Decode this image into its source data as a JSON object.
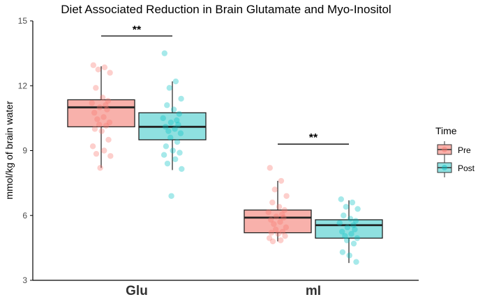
{
  "chart_data": {
    "type": "box",
    "title": "Diet Associated Reduction in Brain Glutamate and Myo-Inositol",
    "xlabel": "",
    "ylabel": "mmol/kg of brain water",
    "ylim": [
      3,
      15
    ],
    "yticks": [
      "3",
      "6",
      "9",
      "12",
      "15"
    ],
    "categories": [
      "Glu",
      "mI"
    ],
    "legend": {
      "title": "Time",
      "position": "right",
      "entries": [
        {
          "name": "Pre",
          "fill": "#f8b1ab",
          "point": "#f8766d"
        },
        {
          "name": "Post",
          "fill": "#8fe0e0",
          "point": "#00bfc4"
        }
      ]
    },
    "significance": [
      {
        "category": "Glu",
        "label": "**",
        "y": 14.3
      },
      {
        "category": "mI",
        "label": "**",
        "y": 9.3
      }
    ],
    "series": [
      {
        "name": "Pre",
        "boxes": [
          {
            "category": "Glu",
            "min": 8.2,
            "q1": 10.1,
            "median": 11.0,
            "q3": 11.35,
            "max": 12.9,
            "points": [
              12.95,
              12.85,
              12.75,
              12.6,
              11.9,
              11.45,
              11.3,
              11.2,
              11.1,
              11.0,
              10.9,
              10.75,
              10.55,
              10.45,
              10.3,
              10.2,
              10.15,
              10.0,
              9.9,
              9.5,
              9.2,
              9.0,
              8.85,
              8.75,
              8.2
            ]
          },
          {
            "category": "mI",
            "min": 4.8,
            "q1": 5.2,
            "median": 5.9,
            "q3": 6.25,
            "max": 7.6,
            "points": [
              8.2,
              7.6,
              7.2,
              6.9,
              6.6,
              6.4,
              6.25,
              6.15,
              6.05,
              5.95,
              5.9,
              5.8,
              5.7,
              5.6,
              5.45,
              5.35,
              5.25,
              5.2,
              5.15,
              5.05,
              4.95,
              4.85,
              4.8
            ]
          }
        ]
      },
      {
        "name": "Post",
        "boxes": [
          {
            "category": "Glu",
            "min": 8.1,
            "q1": 9.5,
            "median": 10.1,
            "q3": 10.75,
            "max": 12.2,
            "points": [
              13.5,
              12.2,
              11.9,
              11.4,
              11.1,
              10.9,
              10.7,
              10.5,
              10.4,
              10.3,
              10.2,
              10.1,
              10.0,
              9.9,
              9.8,
              9.6,
              9.4,
              9.2,
              9.0,
              8.9,
              8.8,
              8.6,
              8.4,
              8.15,
              6.9
            ]
          },
          {
            "category": "mI",
            "min": 3.8,
            "q1": 4.95,
            "median": 5.55,
            "q3": 5.8,
            "max": 6.7,
            "points": [
              6.75,
              6.6,
              6.4,
              6.3,
              6.0,
              5.85,
              5.75,
              5.65,
              5.55,
              5.45,
              5.35,
              5.25,
              5.15,
              5.05,
              4.95,
              4.85,
              4.7,
              4.3,
              4.15,
              3.85
            ]
          }
        ]
      }
    ]
  }
}
